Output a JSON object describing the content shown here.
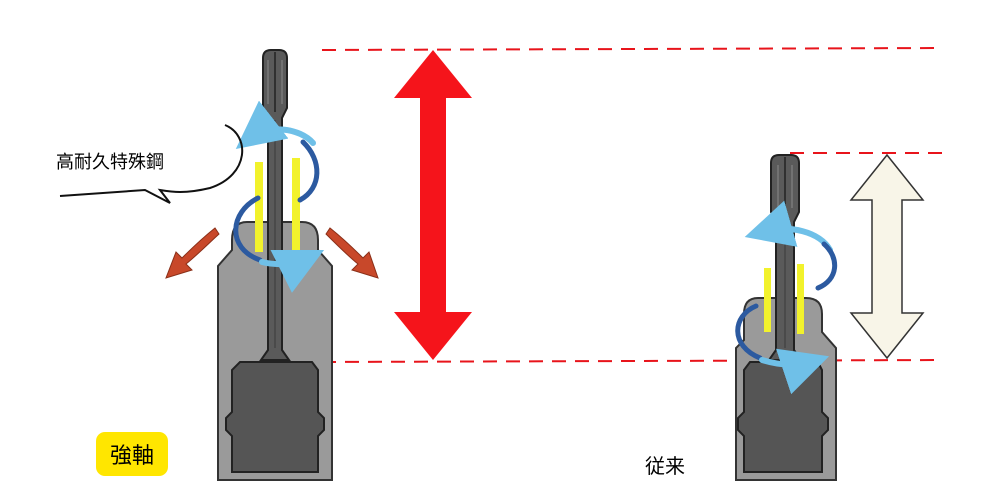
{
  "labels": {
    "material_callout": "高耐久特殊鋼",
    "strong_shaft_badge": "強軸",
    "conventional": "従来"
  },
  "colors": {
    "reference_line": "#e8141b",
    "long_arrow": "#f5141b",
    "short_arrow_fill": "#f8f5e8",
    "socket_outer": "#9a9a9a",
    "socket_inner": "#555555",
    "bit": "#5a5a5a",
    "highlight": "#f2f22c",
    "twist_light": "#6fc0e8",
    "twist_dark": "#2c5aa0",
    "spread_arrow": "#c8482a",
    "badge": "#ffe600"
  },
  "icons": {
    "long_arrow": "double-headed-arrow-icon",
    "short_arrow": "double-headed-arrow-icon",
    "twist": "rotation-arrow-icon",
    "spread": "curved-arrow-icon"
  }
}
